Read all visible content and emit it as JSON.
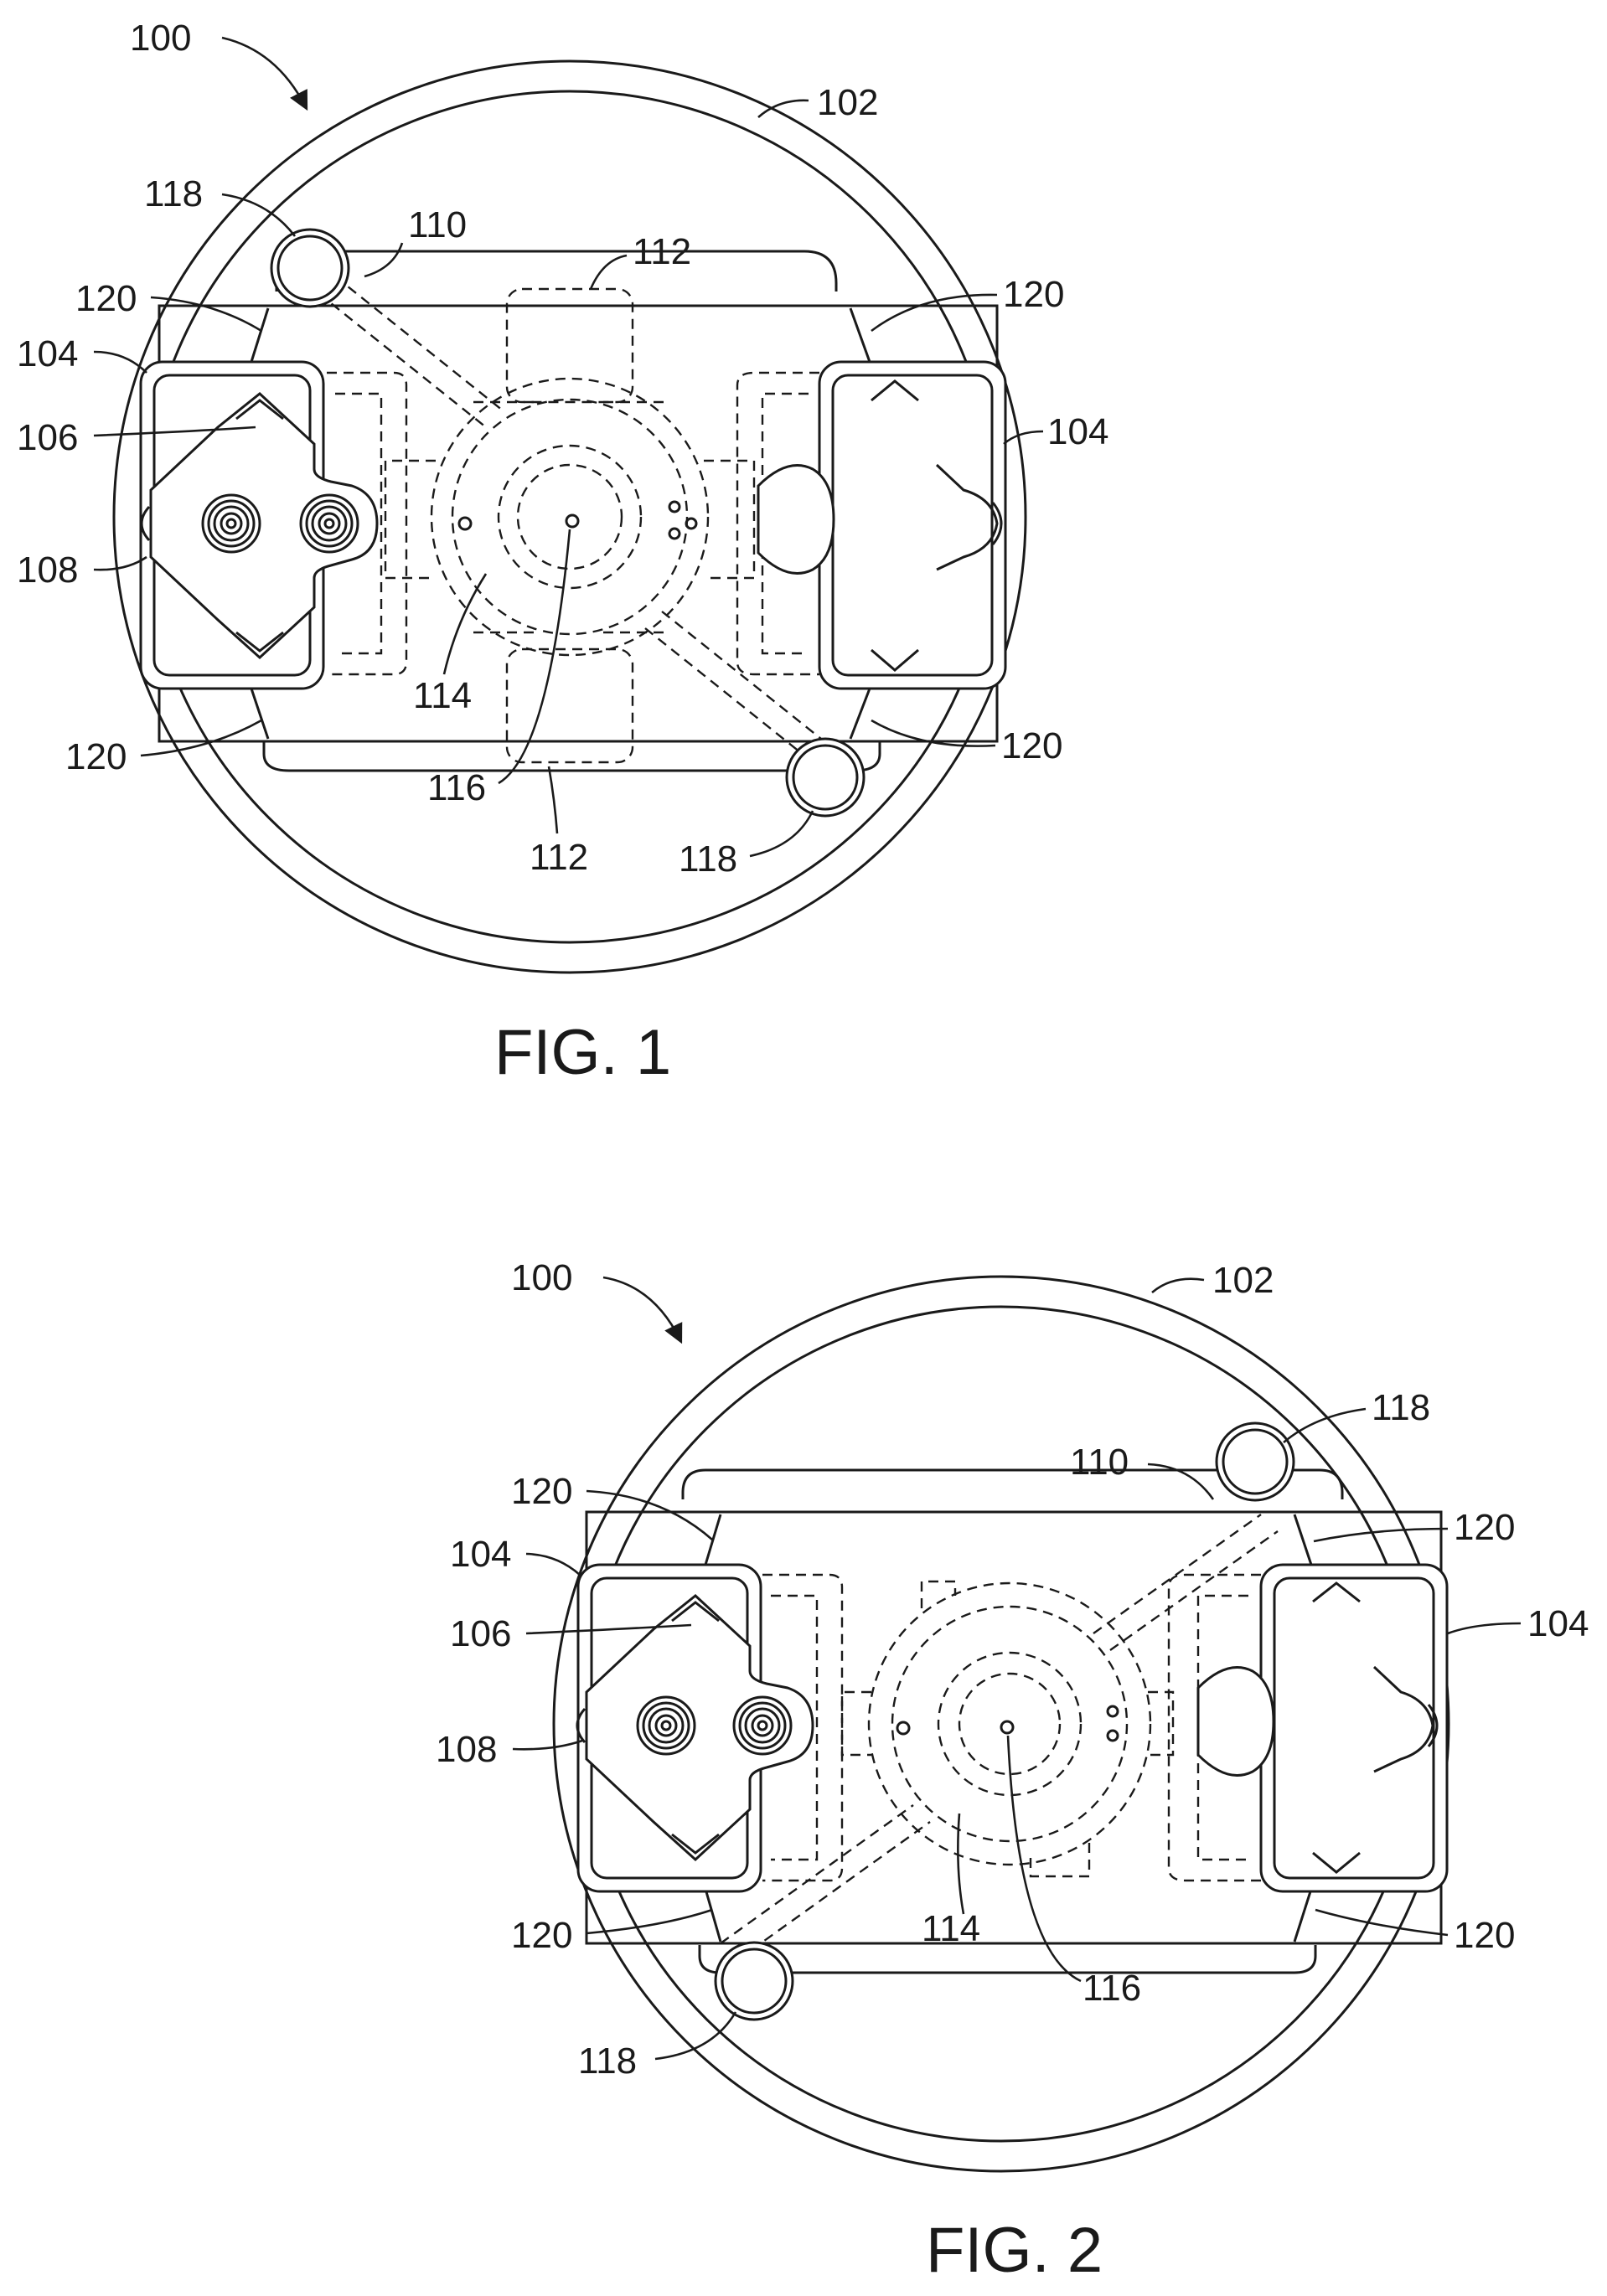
{
  "figures": [
    {
      "caption": "FIG. 1",
      "labels": {
        "assembly": "100",
        "outer_ring": "102",
        "bracket_left": "104",
        "bracket_right": "104",
        "diamond_plate": "106",
        "connector_block": "108",
        "arm": "110",
        "slot_top": "112",
        "slot_bottom": "112",
        "hub": "114",
        "center_pin": "116",
        "roller_top": "118",
        "roller_bottom": "118",
        "link_top_left": "120",
        "link_top_right": "120",
        "link_bottom_left": "120",
        "link_bottom_right": "120"
      }
    },
    {
      "caption": "FIG. 2",
      "labels": {
        "assembly": "100",
        "outer_ring": "102",
        "bracket_left": "104",
        "bracket_right": "104",
        "diamond_plate": "106",
        "connector_block": "108",
        "arm": "110",
        "hub": "114",
        "center_pin": "116",
        "roller_top": "118",
        "roller_bottom": "118",
        "link_top_left": "120",
        "link_top_right": "120",
        "link_bottom_left": "120",
        "link_bottom_right": "120"
      }
    }
  ]
}
